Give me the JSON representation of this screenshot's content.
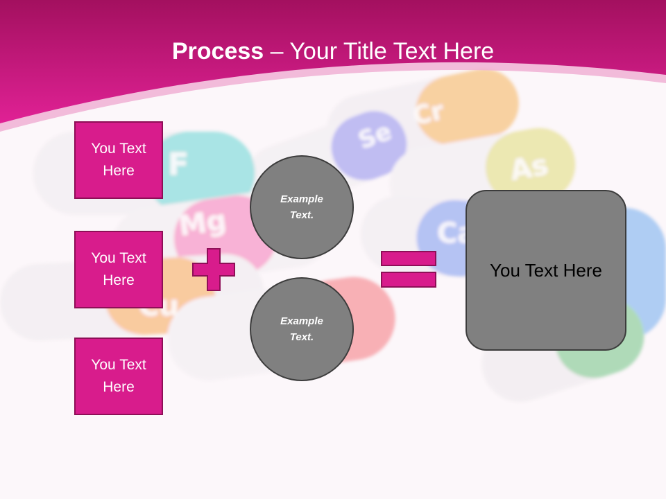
{
  "title": {
    "bold": "Process",
    "separator": " – ",
    "rest": "Your Title Text Here"
  },
  "boxes": [
    {
      "label": "You Text Here"
    },
    {
      "label": "You Text Here"
    },
    {
      "label": "You Text Here"
    }
  ],
  "circles": [
    {
      "label": "Example Text."
    },
    {
      "label": "Example Text."
    }
  ],
  "result": {
    "label": "You Text Here"
  },
  "background_capsule_labels": [
    "F",
    "Se",
    "Cr",
    "As",
    "Mg",
    "Ca",
    "Cu"
  ],
  "colors": {
    "header": "#c0147a",
    "accent": "#d81c8c",
    "accent_border": "#8e0f57",
    "circle_fill": "#808080",
    "shape_border": "#3c3c3c"
  },
  "icons": {
    "plus": "plus-icon",
    "equals": "equals-icon"
  }
}
